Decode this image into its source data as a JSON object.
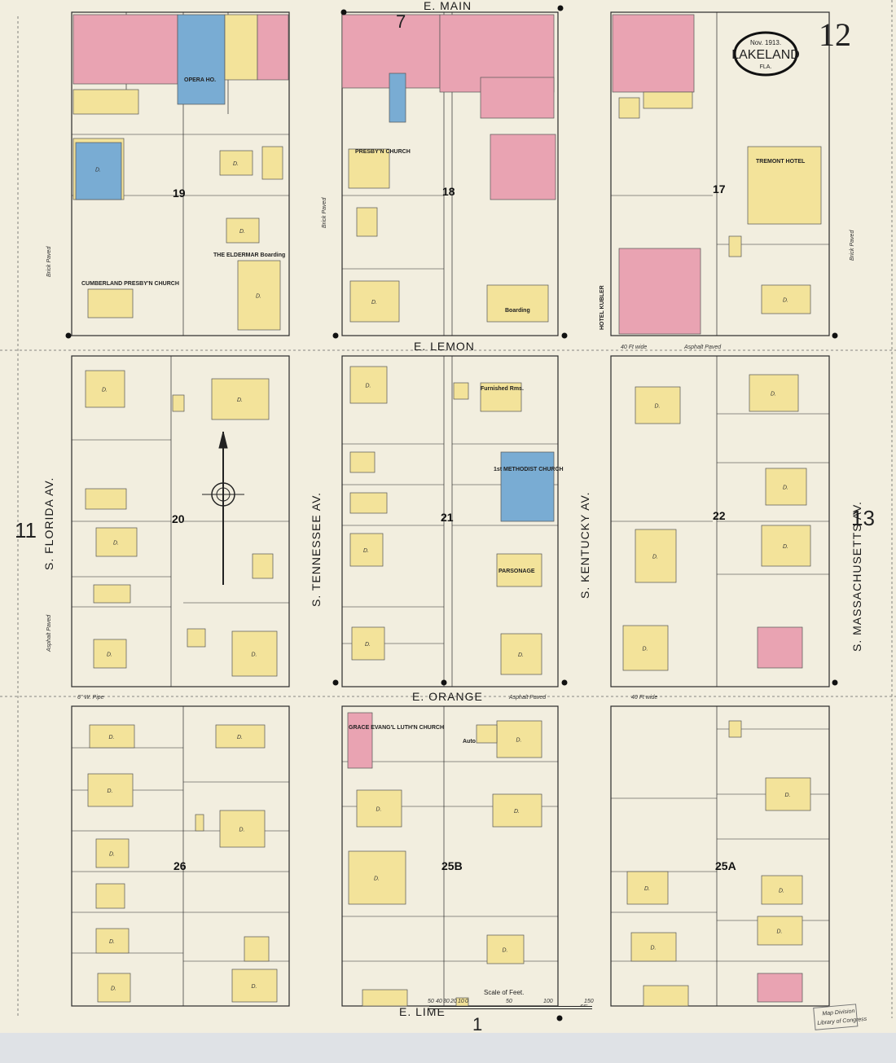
{
  "title": {
    "date": "Nov. 1913.",
    "city": "LAKELAND",
    "state": "FLA.",
    "sheet_number": "12"
  },
  "adjoining_sheets": {
    "left": "11",
    "right": "13",
    "bottom": "1",
    "top": "7"
  },
  "streets": {
    "main": "E. MAIN",
    "lemon": "E. LEMON",
    "orange": "E. ORANGE",
    "lime": "E. LIME",
    "florida": "S. FLORIDA AV.",
    "tennessee": "S. TENNESSEE AV.",
    "kentucky": "S. KENTUCKY AV.",
    "massachusetts": "S. MASSACHUSETTS AV."
  },
  "street_notes": {
    "brick_paved": "Brick Paved",
    "asphalt_paved": "Asphalt Paved",
    "width": "40 Ft wide",
    "pipe": "6\" W. Pipe",
    "width_66": "66'"
  },
  "blocks": [
    "19",
    "18",
    "17",
    "20",
    "21",
    "22",
    "26",
    "25B",
    "25A"
  ],
  "buildings": {
    "opera": "OPERA HO.",
    "presby": "PRESBY'N CHURCH",
    "eldermar": "THE ELDERMAR Boarding",
    "cumberland": "CUMBERLAND PRESBY'N CHURCH",
    "tremont": "TREMONT HOTEL",
    "kubler": "HOTEL KUBLER",
    "methodist": "1st METHODIST CHURCH",
    "parsonage": "PARSONAGE",
    "grace": "GRACE EVANG'L LUTH'N CHURCH",
    "boarding": "Boarding",
    "furnished": "Furnished Rms.",
    "dwelling": "D.",
    "auto": "Auto"
  },
  "scale": {
    "title": "Scale of Feet.",
    "ticks": [
      "50",
      "40",
      "30",
      "20",
      "10",
      "0",
      "50",
      "100",
      "150"
    ]
  },
  "stamp": {
    "line1": "Map Division",
    "line2": "Library of Congress"
  },
  "colors": {
    "paper": "#f2eedf",
    "brick": "#e9a3b2",
    "frame": "#f3e39a",
    "stone": "#79acd3",
    "ink": "#2a2a2a"
  }
}
